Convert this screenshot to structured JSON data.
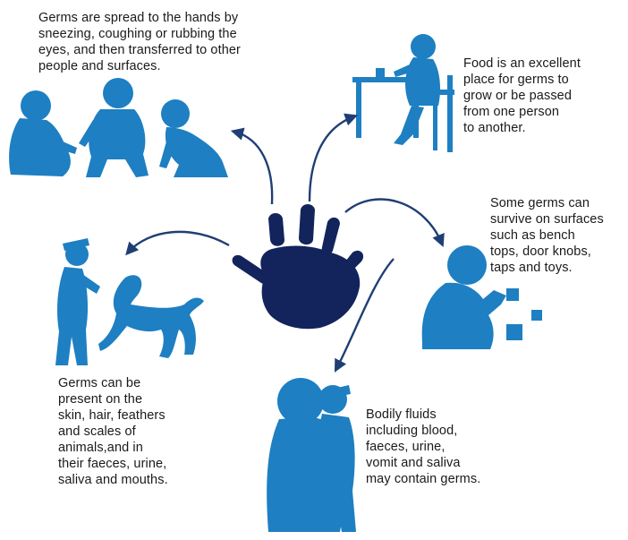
{
  "captions": {
    "hands": "Germs are spread to the hands by\nsneezing, coughing or rubbing the\neyes, and then transferred to other\npeople and surfaces.",
    "food": "Food is an excellent\nplace for germs to\ngrow or be passed\nfrom one person\nto another.",
    "surfaces": "Some germs can\nsurvive on surfaces\nsuch as bench\ntops, door knobs,\ntaps and toys.",
    "animals": "Germs can be\npresent on the\nskin, hair, feathers\nand scales of\nanimals,and in\ntheir faeces, urine,\nsaliva and mouths.",
    "fluids": "Bodily fluids\nincluding blood,\nfaeces, urine,\nvomit and saliva\nmay contain germs."
  },
  "colors": {
    "silhouette": "#1e7fc2",
    "handprint": "#13235c",
    "arrow": "#1f3f74",
    "text": "#1a1a1a"
  },
  "icons": {
    "center": "handprint-icon",
    "top_left": "children-playing-silhouette",
    "top_right": "child-eating-at-table-silhouette",
    "right": "child-playing-blocks-silhouette",
    "left": "child-with-dog-silhouette",
    "bottom": "adult-hugging-child-silhouette"
  }
}
